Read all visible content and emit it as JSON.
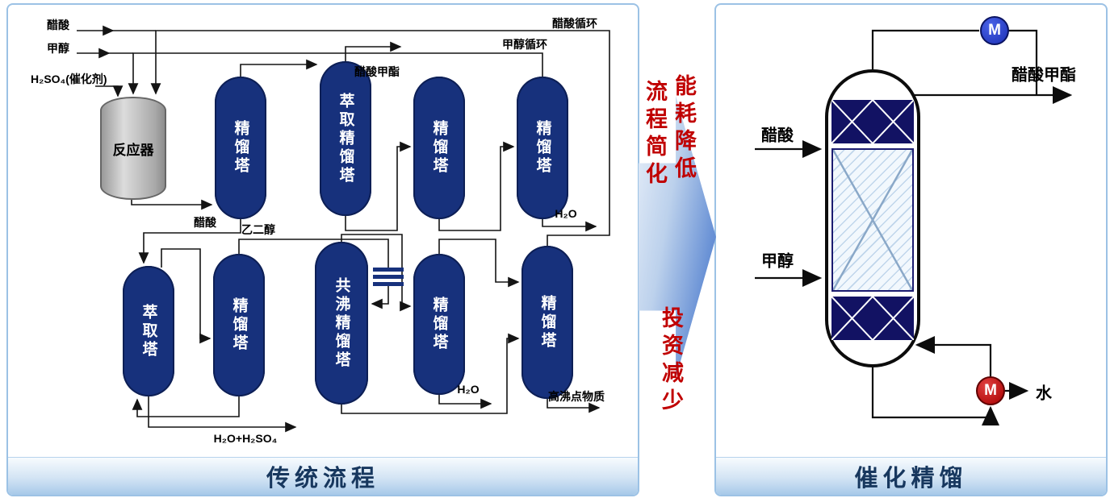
{
  "left_panel": {
    "banner": "传统流程",
    "reactor_label": "反应器",
    "columns_top": [
      "精馏塔",
      "萃取精馏塔",
      "精馏塔",
      "精馏塔"
    ],
    "columns_bottom": [
      "萃取塔",
      "精馏塔",
      "共沸精馏塔",
      "精馏塔",
      "精馏塔"
    ],
    "labels": {
      "acetic_feed": "醋酸",
      "methanol_feed": "甲醇",
      "catalyst": "H₂SO₄(催化剂)",
      "acetic_recycle": "醋酸循环",
      "methanol_recycle": "甲醇循环",
      "methyl_acetate": "醋酸甲酯",
      "water_top": "H₂O",
      "acetic_mid": "醋酸",
      "glycol": "乙二醇",
      "water_bottom": "H₂O",
      "high_boilers": "高沸点物质",
      "water_acid": "H₂O+H₂SO₄"
    }
  },
  "transition": {
    "benefit_1": "流程简化",
    "benefit_2": "能耗降低",
    "benefit_3": "投资减少"
  },
  "right_panel": {
    "banner": "催化精馏",
    "labels": {
      "acetic_feed": "醋酸",
      "methanol_feed": "甲醇",
      "methyl_acetate": "醋酸甲酯",
      "water": "水"
    },
    "pump_label": "M"
  },
  "colors": {
    "column_navy": "#17317c",
    "packing_navy": "#121263",
    "benefit_red": "#c00000",
    "pump_blue": "#1b2fb4",
    "pump_red": "#a80000",
    "banner_text": "#17375e",
    "panel_border": "#9cc2e5"
  }
}
